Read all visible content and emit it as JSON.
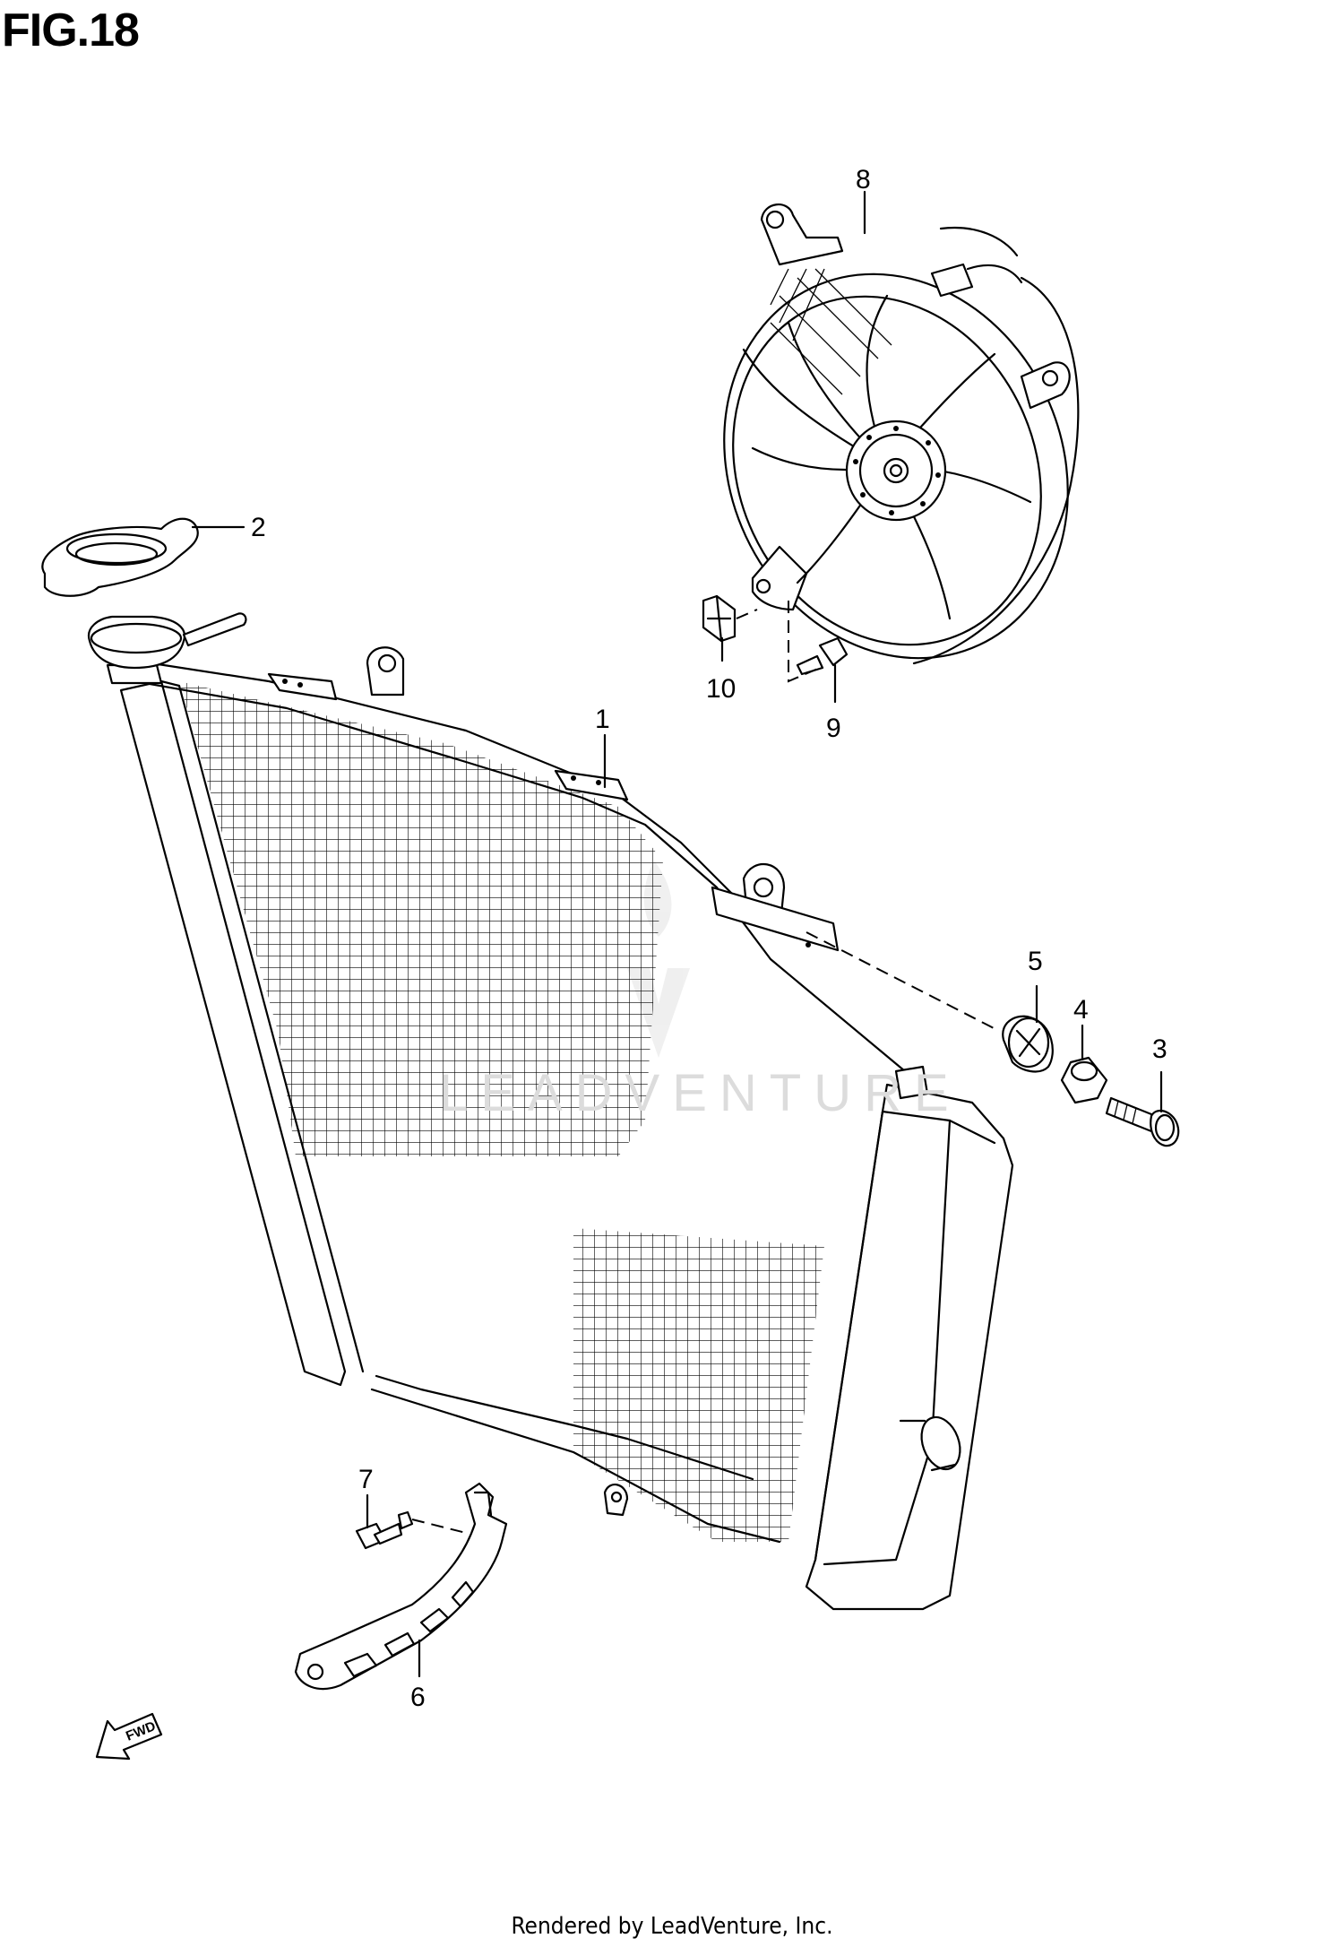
{
  "figure_title": "FIG.18",
  "footer_text": "Rendered by LeadVenture, Inc.",
  "watermark_text": "LEADVENTURE",
  "fwd_label": "FWD",
  "callouts": [
    {
      "number": "1"
    },
    {
      "number": "2"
    },
    {
      "number": "3"
    },
    {
      "number": "4"
    },
    {
      "number": "5"
    },
    {
      "number": "6"
    },
    {
      "number": "7"
    },
    {
      "number": "8"
    },
    {
      "number": "9"
    },
    {
      "number": "10"
    }
  ]
}
